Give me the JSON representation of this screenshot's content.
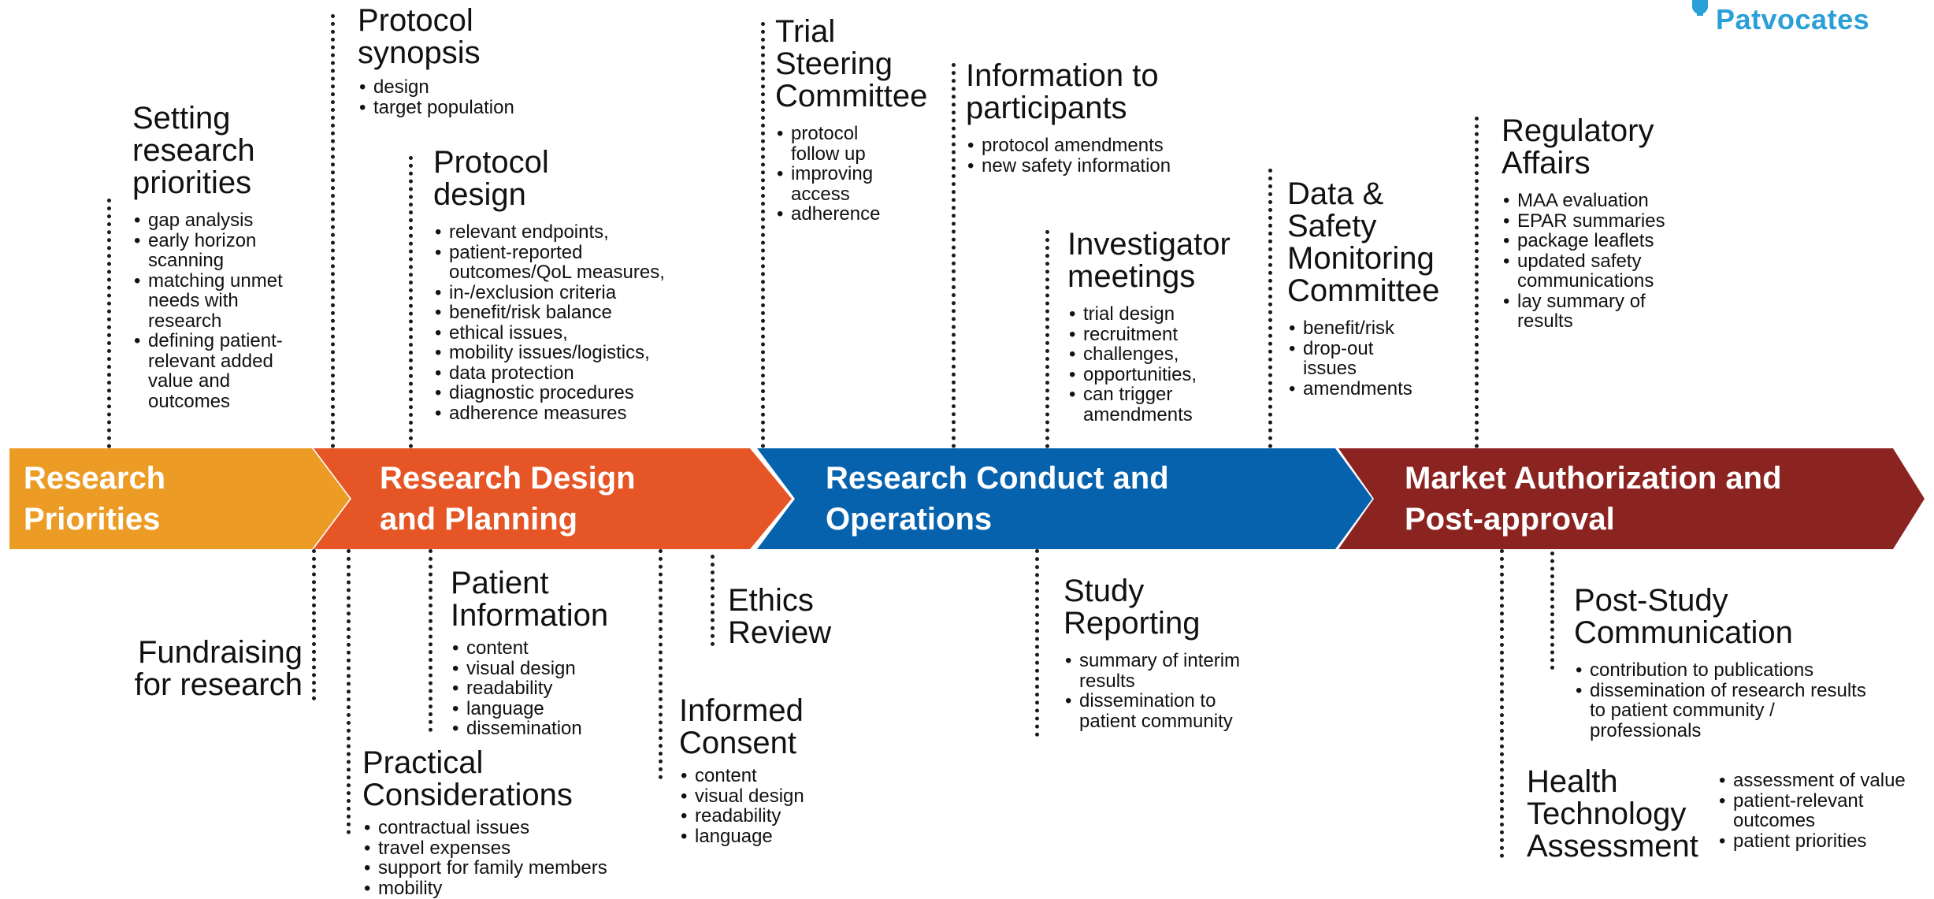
{
  "brand": {
    "name": "Patvocates"
  },
  "colors": {
    "research_priorities": "#ec9c24",
    "design_planning": "#e55526",
    "conduct_operations": "#0662ad",
    "market_authorization": "#8b2321"
  },
  "phases": [
    {
      "label": "Research\nPriorities"
    },
    {
      "label": "Research Design\nand Planning"
    },
    {
      "label": "Research Conduct and\nOperations"
    },
    {
      "label": "Market Authorization and\nPost-approval"
    }
  ],
  "top": {
    "setting_priorities": {
      "title": "Setting\nresearch\npriorities",
      "items": [
        "gap analysis",
        "early horizon\nscanning",
        "matching unmet\nneeds with\nresearch",
        "defining patient-\nrelevant added\nvalue and\noutcomes"
      ]
    },
    "protocol_synopsis": {
      "title": "Protocol\nsynopsis",
      "items": [
        "design",
        "target population"
      ]
    },
    "protocol_design": {
      "title": "Protocol\ndesign",
      "items": [
        "relevant endpoints,",
        "patient-reported\noutcomes/QoL measures,",
        "in-/exclusion criteria",
        "benefit/risk balance",
        "ethical issues,",
        "mobility issues/logistics,",
        "data protection",
        "diagnostic procedures",
        "adherence measures"
      ]
    },
    "trial_steering": {
      "title": "Trial\nSteering\nCommittee",
      "items": [
        "protocol\nfollow up",
        "improving\naccess",
        "adherence"
      ]
    },
    "info_participants": {
      "title": "Information to\nparticipants",
      "items": [
        "protocol amendments",
        "new safety information"
      ]
    },
    "investigator_meetings": {
      "title": "Investigator\nmeetings",
      "items": [
        "trial design",
        "recruitment",
        "challenges,",
        "opportunities,",
        "can trigger\namendments"
      ]
    },
    "dsmc": {
      "title": "Data &\nSafety\nMonitoring\nCommittee",
      "items": [
        "benefit/risk",
        "drop-out\nissues",
        "amendments"
      ]
    },
    "regulatory": {
      "title": "Regulatory\nAffairs",
      "items": [
        "MAA evaluation",
        "EPAR summaries",
        "package leaflets",
        "updated safety\ncommunications",
        "lay summary of\nresults"
      ]
    }
  },
  "bottom": {
    "fundraising": {
      "title": "Fundraising\nfor research"
    },
    "patient_information": {
      "title": "Patient\nInformation",
      "items": [
        "content",
        "visual design",
        "readability",
        "language",
        "dissemination"
      ]
    },
    "practical": {
      "title": "Practical\nConsiderations",
      "items": [
        "contractual issues",
        "travel expenses",
        "support for family members",
        "mobility"
      ]
    },
    "ethics": {
      "title": "Ethics\nReview"
    },
    "informed_consent": {
      "title": "Informed\nConsent",
      "items": [
        "content",
        "visual design",
        "readability",
        "language"
      ]
    },
    "study_reporting": {
      "title": "Study\nReporting",
      "items": [
        "summary of interim\nresults",
        "dissemination to\npatient community"
      ]
    },
    "post_study": {
      "title": "Post-Study\nCommunication",
      "items": [
        "contribution to publications",
        "dissemination of research results\nto patient community /\nprofessionals"
      ]
    },
    "hta": {
      "title": "Health\nTechnology\nAssessment",
      "items": [
        "assessment of value",
        "patient-relevant\noutcomes",
        "patient priorities"
      ]
    }
  }
}
